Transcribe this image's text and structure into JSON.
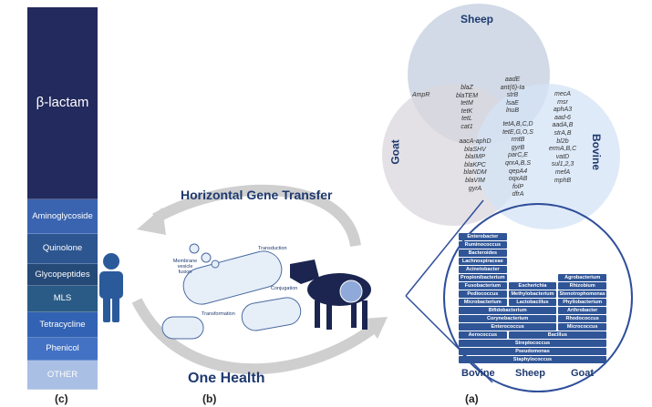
{
  "panel_c": {
    "label": "(c)",
    "classes": [
      "β-lactam",
      "Aminoglycoside",
      "Quinolone",
      "Glycopeptides",
      "MLS",
      "Tetracycline",
      "Phenicol",
      "OTHER"
    ]
  },
  "panel_b": {
    "label": "(b)",
    "title_top": "Horizontal Gene Transfer",
    "title_bottom": "One Health",
    "mechanisms": [
      "Membrane vesicle fusion",
      "Transduction",
      "Conjugation",
      "Transformation"
    ]
  },
  "panel_a": {
    "label": "(a)",
    "venn": {
      "sheep": "Sheep",
      "goat": "Goat",
      "bovine": "Bovine",
      "all": [
        "blaZ",
        "blaTEM",
        "tetM",
        "tetK",
        "tetL",
        "cat1"
      ],
      "sheep_goat": [
        "AmpR"
      ],
      "sheep_bovine": [
        "aadE",
        "ant(6)-Ia",
        "strB",
        "lsaE",
        "lnuB"
      ],
      "goat_bovine": [
        "aacA-aphD",
        "blaSHV",
        "blaIMP",
        "blaKPC",
        "blaNDM",
        "blaVIM",
        "gyrA"
      ],
      "bovine_col1": [
        "tetA,B,C,D",
        "tetE,G,O,S",
        "rmtB",
        "gyrB",
        "parC,E",
        "qnrA,B,S",
        "qepA4",
        "oqxAB",
        "folP",
        "dfrA"
      ],
      "bovine_col2": [
        "mecA",
        "msr",
        "aphA3",
        "aad-6",
        "aadA,B",
        "strA,B",
        "bl2b",
        "ermA,B,C",
        "vatD",
        "sul1,2,3",
        "mefA",
        "mphB"
      ]
    },
    "bacteria": {
      "columns": [
        "Bovine",
        "Sheep",
        "Goat"
      ],
      "cells": [
        "Enterobacter",
        "Ruminococcus",
        "Bacteroides",
        "Lachnospiraceae",
        "Acinetobacter",
        "Propionibacterium",
        "Agrobacterium",
        "Fusobacterium",
        "Escherichia",
        "Rhizobium",
        "Pediococcus",
        "Methylobacterium",
        "Stenotrophomonas",
        "Microbacterium",
        "Lactobacillus",
        "Phyllobacterium",
        "Bifidobacterium",
        "Arthrobacter",
        "Corynebacterium",
        "Rhodococcus",
        "Enterococcus",
        "Micrococcus",
        "Aerococcus",
        "Bacillus",
        "Streptococcus",
        "Pseudomonas",
        "Staphylococcus"
      ]
    }
  }
}
